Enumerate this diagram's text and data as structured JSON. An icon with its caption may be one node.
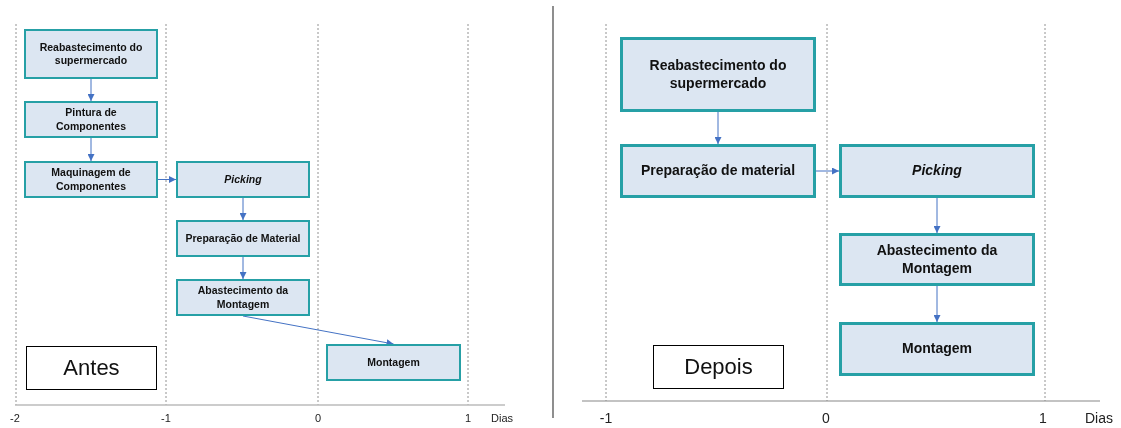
{
  "diagram": {
    "nodes": [
      {
        "text": [
          "Reabastecimento do supermercado"
        ]
      },
      {
        "text": [
          "Pintura de Componentes"
        ]
      },
      {
        "text": [
          "Maquinagem de Componentes"
        ]
      },
      {
        "text": [
          "Picking"
        ]
      },
      {
        "text": [
          "Preparação de Material"
        ]
      },
      {
        "text": [
          "Abastecimento da Montagem"
        ]
      },
      {
        "text": [
          "Montagem"
        ]
      },
      {
        "text": [
          "Antes"
        ]
      },
      {
        "text": [
          "Reabastecimento do supermercado"
        ]
      },
      {
        "text": [
          "Preparação de material"
        ]
      },
      {
        "text": [
          "Picking"
        ]
      },
      {
        "text": [
          "Abastecimento da Montagem"
        ]
      },
      {
        "text": [
          "Montagem"
        ]
      },
      {
        "text": [
          "Depois"
        ]
      }
    ],
    "edges": [
      {
        "from": 0,
        "to": 1,
        "arrow": "to"
      },
      {
        "from": 1,
        "to": 2,
        "arrow": "to"
      },
      {
        "from": 2,
        "to": 3,
        "arrow": "to"
      },
      {
        "from": 3,
        "to": 4,
        "arrow": "to"
      },
      {
        "from": 4,
        "to": 5,
        "arrow": "to"
      },
      {
        "from": 5,
        "to": 6,
        "arrow": "to"
      },
      {
        "from": 8,
        "to": 9,
        "arrow": "to"
      },
      {
        "from": 9,
        "to": 10,
        "arrow": "to"
      },
      {
        "from": 10,
        "to": 11,
        "arrow": "to"
      },
      {
        "from": 11,
        "to": 12,
        "arrow": "to"
      }
    ],
    "labels": [
      "-2",
      "-1",
      "0",
      "1",
      "Dias",
      "-1",
      "0",
      "1",
      "Dias"
    ]
  }
}
